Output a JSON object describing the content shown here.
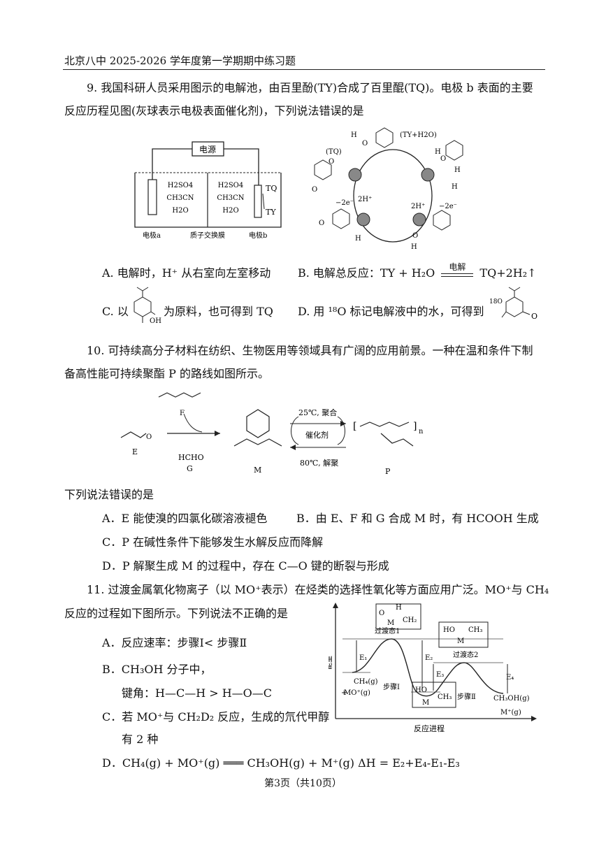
{
  "header": {
    "title": "北京八中 2025-2026 学年度第一学期期中练习题"
  },
  "q9": {
    "stem_line1": "9. 我国科研人员采用图示的电解池，由百里酚(TY)合成了百里醌(TQ)。电极 b 表面的主要",
    "stem_line2": "反应历程见图(灰球表示电极表面催化剂)，下列说法错误的是",
    "cell": {
      "power_label": "电源",
      "left_sol": [
        "H2SO4",
        "CH3CN",
        "H2O"
      ],
      "right_sol": [
        "H2SO4",
        "CH3CN",
        "H2O"
      ],
      "tq": "TQ",
      "ty": "TY",
      "electrode_a": "电极a",
      "membrane": "质子交换膜",
      "electrode_b": "电极b"
    },
    "cycle": {
      "tq_label": "(TQ)",
      "ty_h2o_label": "(TY+H2O)",
      "left_e": "−2e⁻",
      "left_h": "2H⁺",
      "right_h": "2H⁺",
      "right_e": "−2e⁻"
    },
    "options": {
      "A": "A.  电解时，H⁺ 从右室向左室移动",
      "B_pre": "B.  电解总反应：TY + H₂O",
      "B_cond": "电解",
      "B_post": "TQ+2H₂↑",
      "C_pre": "C.  以",
      "C_post": "为原料，也可得到  TQ",
      "D_pre": "D.  用 ¹⁸O 标记电解液中的水，可得到",
      "C_oh": "OH",
      "D_18o": "18O"
    }
  },
  "q10": {
    "stem_line1": "10. 可持续高分子材料在纺织、生物医用等领域具有广阔的应用前景。一种在温和条件下制",
    "stem_line2": "备高性能可持续聚酯 P 的路线如图所示。",
    "scheme": {
      "E": "E",
      "F": "F",
      "G_formula": "HCHO",
      "G": "G",
      "M": "M",
      "P": "P",
      "cond_top": "25℃, 聚合",
      "catalyst": "催化剂",
      "cond_bottom": "80℃, 解聚",
      "n": "n"
    },
    "lead": "下列说法错误的是",
    "options": {
      "A": "A．E 能使溴的四氯化碳溶液褪色",
      "B": "B．由 E、F 和 G 合成 M 时，有 HCOOH 生成",
      "C": "C．P 在碱性条件下能够发生水解反应而降解",
      "D": "D．P 解聚生成 M 的过程中，存在 C—O 键的断裂与形成"
    }
  },
  "q11": {
    "stem_line1": "11. 过渡金属氧化物离子（以 MO⁺表示）在烃类的选择性氧化等方面应用广泛。MO⁺与 CH₄",
    "stem_line2": "反应的过程如下图所示。下列说法不正确的是",
    "options": {
      "A": "A．反应速率：步骤Ⅰ< 步骤Ⅱ",
      "B1": "B．CH₃OH 分子中，",
      "B2": "键角：H—C—H > H—O—C",
      "C1": "C．若 MO⁺与 CH₂D₂ 反应，生成的氘代甲醇",
      "C2": "有 2 种",
      "D": "D．CH₄(g) + MO⁺(g) ═══ CH₃OH(g) + M⁺(g)      ΔH = E₂+E₄-E₁-E₃"
    },
    "energy": {
      "ylabel": "能量",
      "xlabel": "反应进程",
      "ts1": "过渡态1",
      "ts2": "过渡态2",
      "reactants1": "CH₄(g)",
      "reactants2": "MO⁺(g)",
      "step1": "步骤Ⅰ",
      "step2": "步骤Ⅱ",
      "products1": "CH₃OH(g)",
      "products2": "M⁺(g)",
      "E1": "E₁",
      "E2": "E₂",
      "E3": "E₃",
      "E4": "E₄",
      "ts1_O": "O",
      "ts1_H": "H",
      "ts1_M": "M",
      "ts1_CH2": "CH₂",
      "ts2_HO": "HO",
      "ts2_CH3": "CH₃",
      "ts2_M": "M",
      "int_HO": "HO",
      "int_CH3": "CH₃",
      "int_M": "M",
      "plus": "+"
    }
  },
  "footer": {
    "text": "第3页（共10页）"
  }
}
